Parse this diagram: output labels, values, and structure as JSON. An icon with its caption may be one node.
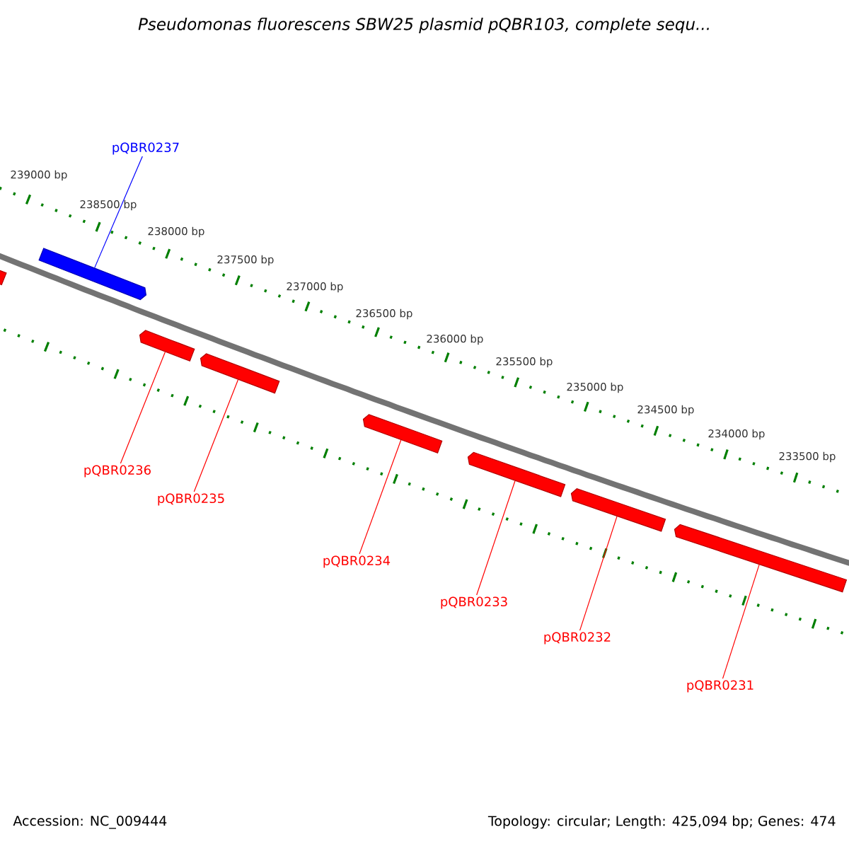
{
  "diagram": {
    "title": "Pseudomonas fluorescens SBW25 plasmid pQBR103, complete sequ...",
    "nodes": [
      {
        "text": [
          "pQBR0237"
        ]
      },
      {
        "text": [],
        "shape": "bar"
      },
      {
        "text": [],
        "shape": "bar"
      },
      {
        "text": [],
        "shape": "bar"
      },
      {
        "text": [],
        "shape": "bar"
      },
      {
        "text": [],
        "shape": "bar"
      },
      {
        "text": [],
        "shape": "bar"
      },
      {
        "text": [],
        "shape": "bar"
      },
      {
        "text": [],
        "shape": "bar"
      },
      {
        "text": [
          "pQBR0236"
        ]
      },
      {
        "text": [
          "pQBR0235"
        ]
      },
      {
        "text": [
          "pQBR0234"
        ]
      },
      {
        "text": [
          "pQBR0233"
        ]
      },
      {
        "text": [
          "pQBR0232"
        ]
      },
      {
        "text": [
          "pQBR0231"
        ]
      }
    ],
    "edges": [
      {
        "from": 0,
        "to": 1,
        "arrow": "none",
        "color": "#0000ff"
      },
      {
        "from": 9,
        "to": 3,
        "arrow": "none"
      },
      {
        "from": 10,
        "to": 4,
        "arrow": "none"
      },
      {
        "from": 11,
        "to": 5,
        "arrow": "none"
      },
      {
        "from": 12,
        "to": 6,
        "arrow": "none"
      },
      {
        "from": 13,
        "to": 7,
        "arrow": "none"
      },
      {
        "from": 14,
        "to": 8,
        "arrow": "none"
      }
    ],
    "labels": [
      "239000 bp",
      "238500 bp",
      "238000 bp",
      "237500 bp",
      "237000 bp",
      "236500 bp",
      "236000 bp",
      "235500 bp",
      "235000 bp",
      "234500 bp",
      "234000 bp",
      "233500 bp",
      "Accession: NC_009444",
      "Topology: circular; Length: 425,094 bp; Genes: 474"
    ]
  }
}
